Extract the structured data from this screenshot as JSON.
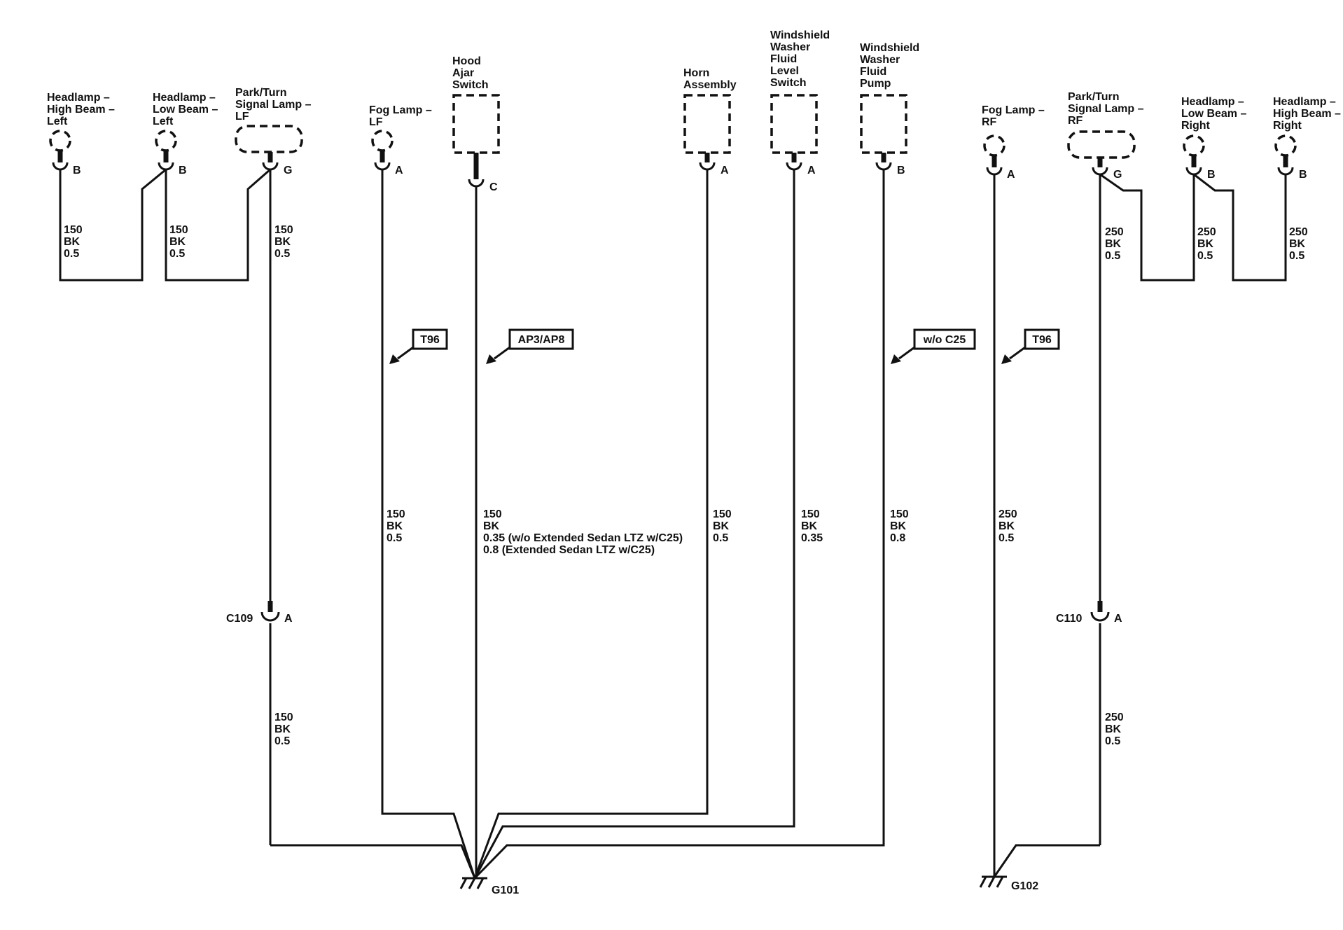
{
  "components": {
    "headlamp_high_left": [
      "Headlamp –",
      "High Beam –",
      "Left"
    ],
    "headlamp_low_left": [
      "Headlamp –",
      "Low Beam –",
      "Left"
    ],
    "park_turn_lf": [
      "Park/Turn",
      "Signal Lamp –",
      "LF"
    ],
    "fog_lamp_lf": [
      "Fog Lamp –",
      "LF"
    ],
    "hood_ajar": [
      "Hood",
      "Ajar",
      "Switch"
    ],
    "horn": [
      "Horn",
      "Assembly"
    ],
    "washer_level": [
      "Windshield",
      "Washer",
      "Fluid",
      "Level",
      "Switch"
    ],
    "washer_pump": [
      "Windshield",
      "Washer",
      "Fluid",
      "Pump"
    ],
    "fog_lamp_rf": [
      "Fog Lamp –",
      "RF"
    ],
    "park_turn_rf": [
      "Park/Turn",
      "Signal Lamp –",
      "RF"
    ],
    "headlamp_low_right": [
      "Headlamp –",
      "Low Beam –",
      "Right"
    ],
    "headlamp_high_right": [
      "Headlamp –",
      "High Beam –",
      "Right"
    ]
  },
  "pins": {
    "headlamp_high_left": "B",
    "headlamp_low_left": "B",
    "park_turn_lf": "G",
    "fog_lamp_lf": "A",
    "hood_ajar": "C",
    "horn": "A",
    "washer_level": "A",
    "washer_pump": "B",
    "fog_lamp_rf": "A",
    "park_turn_rf": "G",
    "headlamp_low_right": "B",
    "headlamp_high_right": "B"
  },
  "wire_labels": {
    "hhl": [
      "150",
      "BK",
      "0.5"
    ],
    "hll": [
      "150",
      "BK",
      "0.5"
    ],
    "ptlf_upper": [
      "150",
      "BK",
      "0.5"
    ],
    "ptlf_lower": [
      "150",
      "BK",
      "0.5"
    ],
    "foglf": [
      "150",
      "BK",
      "0.5"
    ],
    "hood": [
      "150",
      "BK",
      "0.35 (w/o Extended Sedan LTZ w/C25)",
      "0.8 (Extended Sedan LTZ w/C25)"
    ],
    "horn": [
      "150",
      "BK",
      "0.5"
    ],
    "wlevel": [
      "150",
      "BK",
      "0.35"
    ],
    "wpump": [
      "150",
      "BK",
      "0.8"
    ],
    "fogrf": [
      "250",
      "BK",
      "0.5"
    ],
    "ptrf_upper": [
      "250",
      "BK",
      "0.5"
    ],
    "ptrf_lower": [
      "250",
      "BK",
      "0.5"
    ],
    "hlr": [
      "250",
      "BK",
      "0.5"
    ],
    "hhr": [
      "250",
      "BK",
      "0.5"
    ]
  },
  "connectors": {
    "c109": {
      "name": "C109",
      "pin": "A"
    },
    "c110": {
      "name": "C110",
      "pin": "A"
    }
  },
  "options": {
    "fog_lf": "T96",
    "hood": "AP3/AP8",
    "pump": "w/o C25",
    "fog_rf": "T96"
  },
  "grounds": {
    "g101": "G101",
    "g102": "G102"
  }
}
